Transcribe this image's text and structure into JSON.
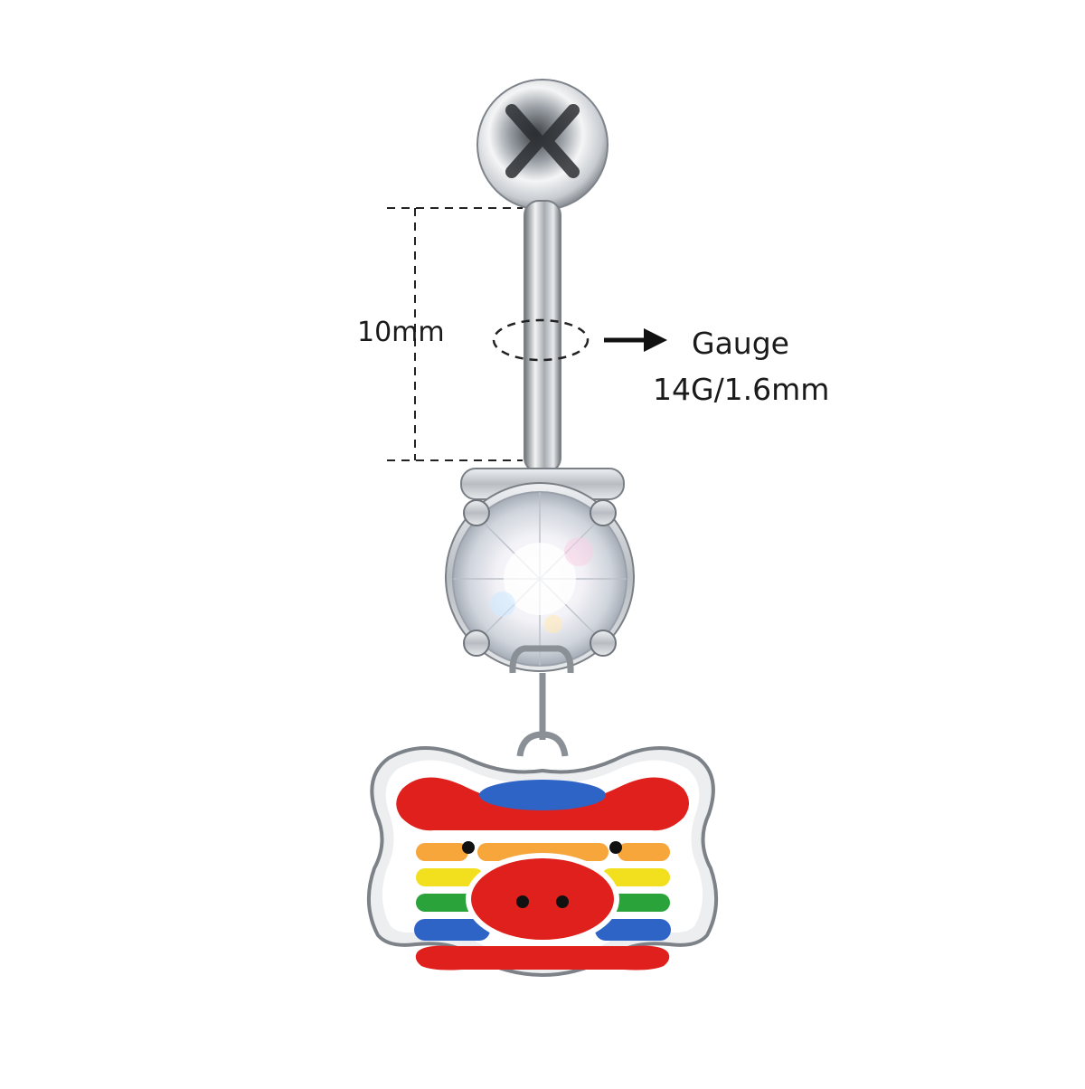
{
  "product": {
    "name_icon": "belly-button-ring-pig-charm",
    "colors": {
      "metal": "#c9cdd2",
      "enamel_red": "#e0201c",
      "enamel_blue": "#2f64c7",
      "enamel_orange": "#f6a63a",
      "enamel_yellow": "#f2e01e",
      "enamel_green": "#2aa43a",
      "enamel_white": "#ffffff"
    }
  },
  "dimensions": {
    "bar_length_label": "10mm",
    "gauge_title": "Gauge",
    "gauge_value": "14G/1.6mm"
  }
}
